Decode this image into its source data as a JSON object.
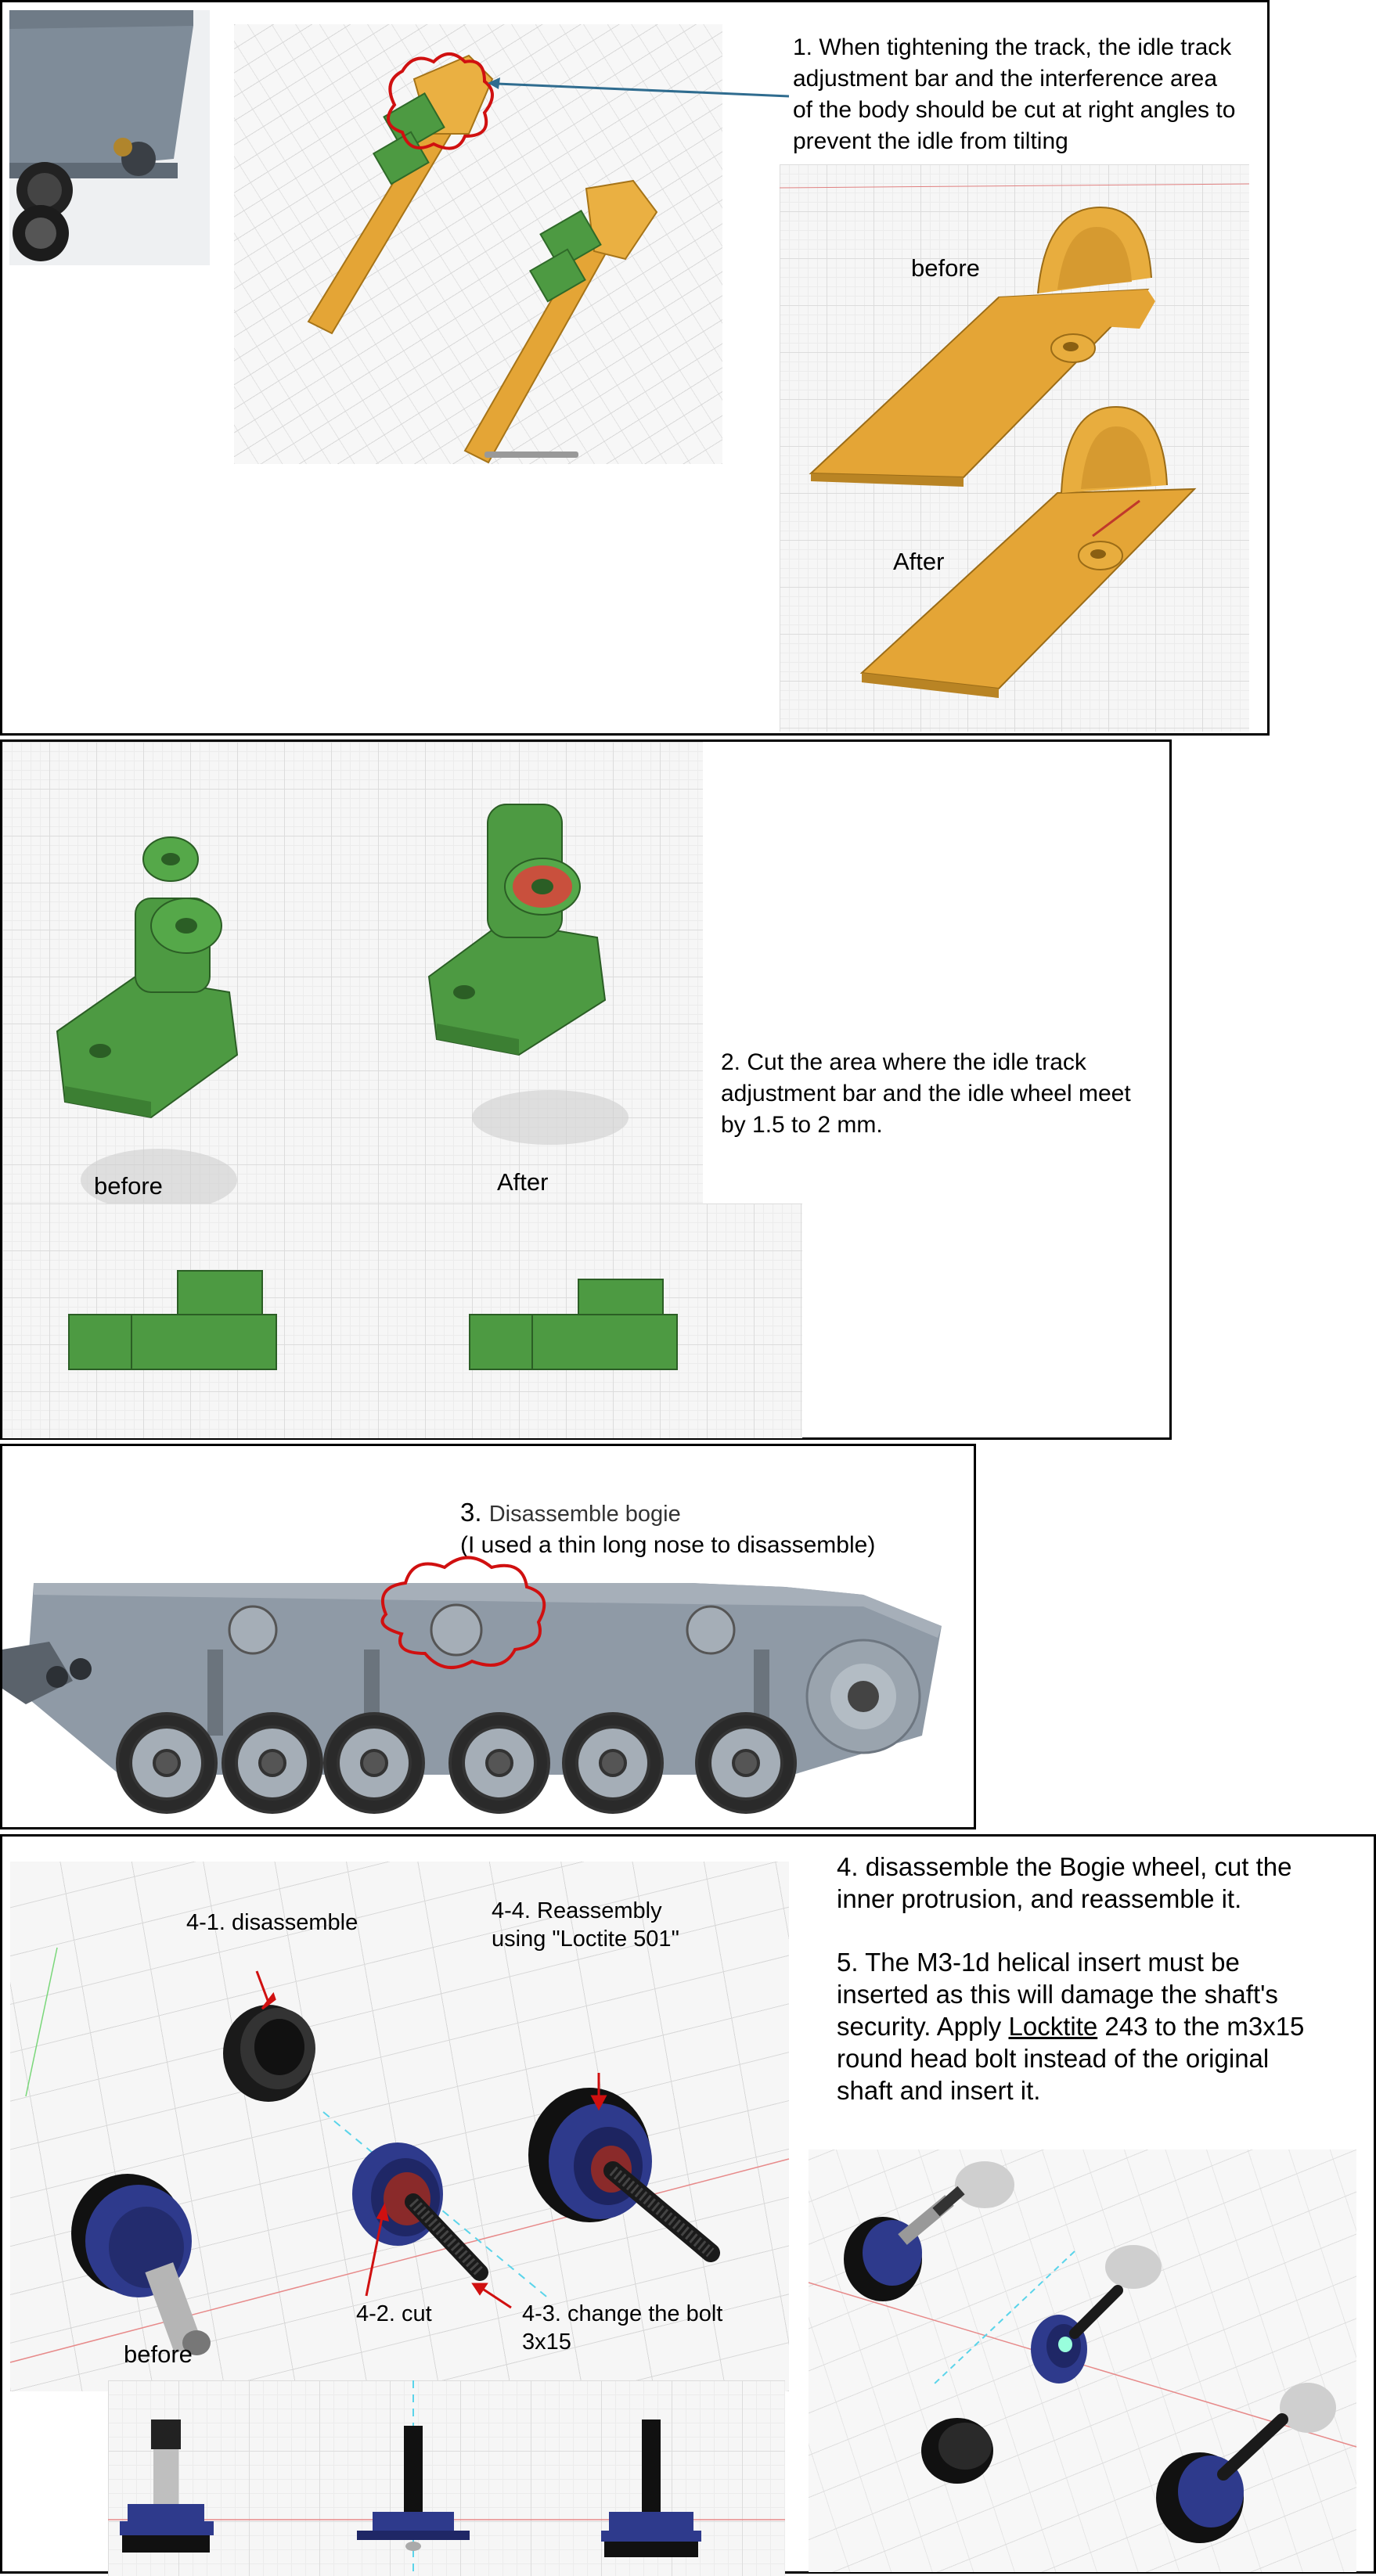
{
  "section1": {
    "note": "1. When tightening the track, the idle track\nadjustment bar and the interference area\nof the body should be cut at right angles to\nprevent the idle from tilting",
    "before_label": "before",
    "after_label": "After"
  },
  "section2": {
    "note": "2. Cut the area where the idle track\nadjustment bar and the idle wheel meet\nby 1.5 to 2 mm.",
    "before_label": "before",
    "after_label": "After"
  },
  "section3": {
    "title_num": "3.",
    "title": "Disassemble bogie",
    "subtitle": "(I used a thin long nose to disassemble)"
  },
  "section4": {
    "note4": "4. disassemble the Bogie wheel, cut the\ninner protrusion, and reassemble it.",
    "note5_a": "5. The M3-1d helical insert must be\ninserted as this will damage the shaft's\nsecurity. Apply ",
    "note5_link": "Locktite",
    "note5_b": " 243 to the m3x15\nround head bolt instead of the original\nshaft and insert it.",
    "label_4_1": "4-1. disassemble",
    "label_4_4": "4-4. Reassembly\nusing \"Loctite 501\"",
    "label_4_2": "4-2. cut",
    "label_4_3": "4-3. change the bolt\n3x15",
    "before_label": "before"
  },
  "colors": {
    "orange": "#e8a935",
    "green": "#4a9a3f",
    "red_cut": "#c9503d",
    "navy": "#2e3a8c",
    "tank_grey": "#8f9aa6"
  }
}
